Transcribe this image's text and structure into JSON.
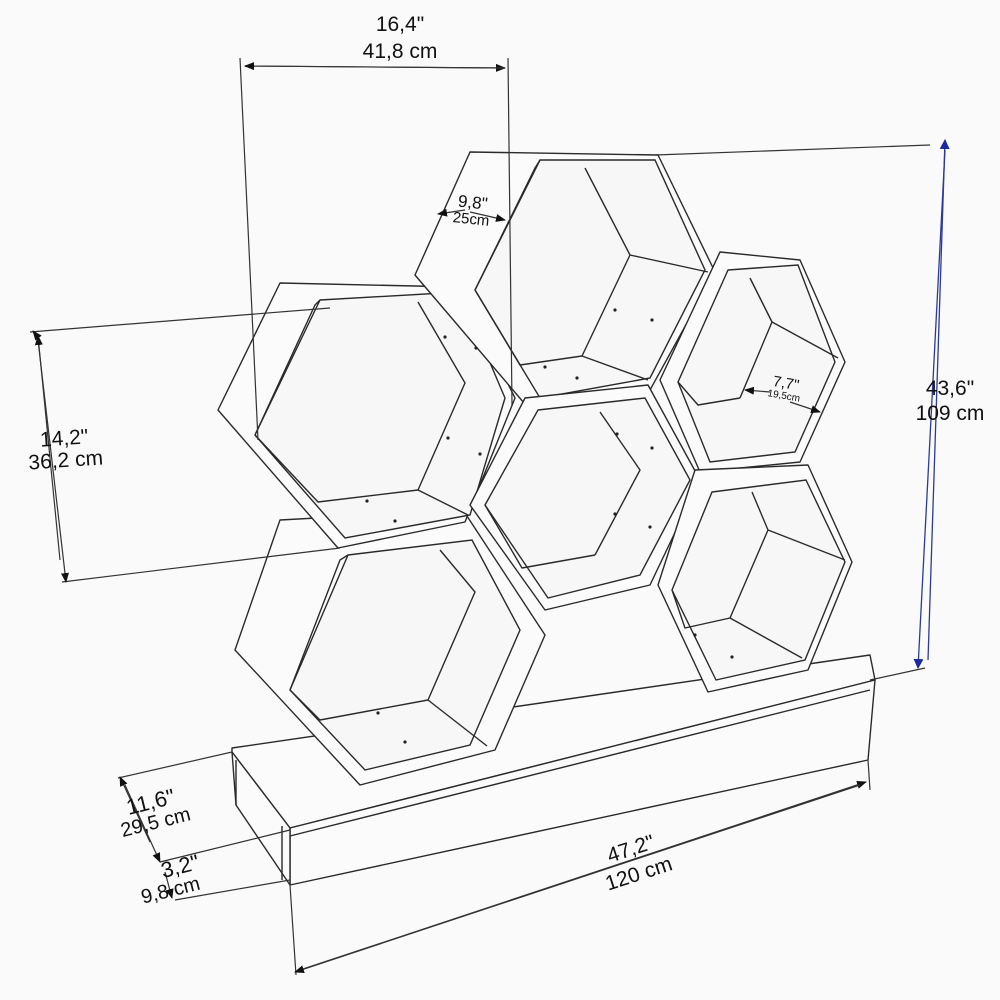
{
  "diagram": {
    "title": "Hexagonal honeycomb shelf unit on base — technical dimension drawing",
    "colors": {
      "line": "#2a2a2a",
      "background": "#fafafa",
      "height_arrow": "#2a3a9a"
    },
    "dimensions": {
      "top_width": {
        "inches": "16,4\"",
        "cm": "41,8 cm"
      },
      "hex_depth": {
        "inches": "9,8\"",
        "cm": "25cm"
      },
      "small_hex_inner": {
        "inches": "7,7\"",
        "cm": "19,5cm"
      },
      "total_height": {
        "inches": "43,6\"",
        "cm": "109 cm"
      },
      "hex_height": {
        "inches": "14,2\"",
        "cm": "36,2 cm"
      },
      "base_depth": {
        "inches": "11,6\"",
        "cm": "29,5 cm"
      },
      "base_height": {
        "inches": "3,2\"",
        "cm": "9,8 cm"
      },
      "base_width": {
        "inches": "47,2\"",
        "cm": "120 cm"
      }
    },
    "components": [
      "large-hex-top",
      "large-hex-left",
      "large-hex-center",
      "large-hex-bottom-left",
      "small-hex-right-top",
      "small-hex-right-bottom",
      "base-plinth"
    ]
  }
}
